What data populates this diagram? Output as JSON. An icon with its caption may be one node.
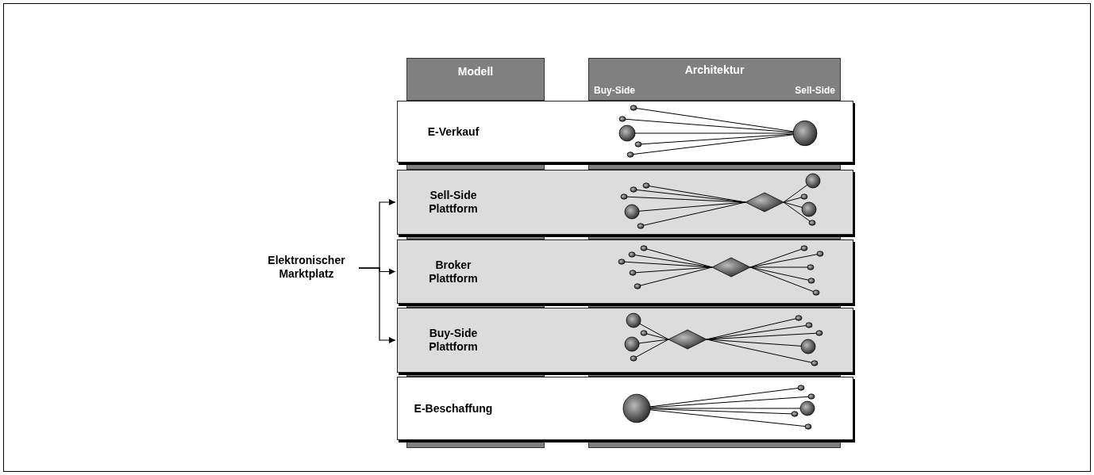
{
  "diagram": {
    "nodes": [
      {
        "text": [
          "Modell"
        ]
      },
      {
        "text": [
          "Architektur",
          "Buy-Side",
          "Sell-Side"
        ]
      },
      {
        "text": [
          "E-Verkauf"
        ]
      },
      {
        "text": [
          "Sell-Side Plattform"
        ]
      },
      {
        "text": [
          "Broker Plattform"
        ]
      },
      {
        "text": [
          "Buy-Side Plattform"
        ]
      },
      {
        "text": [
          "E-Beschaffung"
        ]
      },
      {
        "text": [
          "Elektronischer Marktplatz"
        ]
      }
    ],
    "edges": [
      {
        "from": 7,
        "to": 3,
        "arrow": "to"
      },
      {
        "from": 7,
        "to": 4,
        "arrow": "to"
      },
      {
        "from": 7,
        "to": 5,
        "arrow": "to"
      }
    ]
  }
}
